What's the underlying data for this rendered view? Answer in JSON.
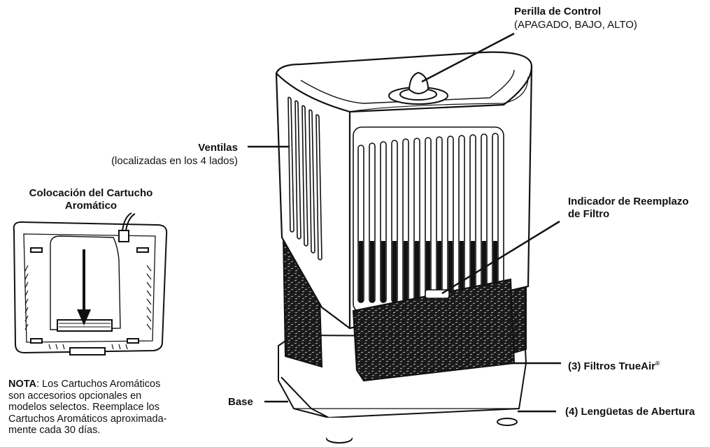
{
  "labels": {
    "control_knob_title": "Perilla de Control",
    "control_knob_sub": "(APAGADO, BAJO, ALTO)",
    "vents_title": "Ventilas",
    "vents_sub": "(localizadas en los 4 lados)",
    "cartridge_title_1": "Colocación del Cartucho",
    "cartridge_title_2": "Aromático",
    "filter_indicator_1": "Indicador de Reemplazo",
    "filter_indicator_2": "de Filtro",
    "filters_text": "(3) Filtros TrueAir",
    "filters_mark": "®",
    "base": "Base",
    "tabs": "(4) Lengüetas de Abertura"
  },
  "note": {
    "heading": "NOTA",
    "line1": ": Los Cartuchos Aromáticos",
    "line2": "son accesorios opcionales en",
    "line3": "modelos selectos. Reemplace los",
    "line4": "Cartuchos Aromáticos aproximada-",
    "line5": "mente cada 30 días."
  }
}
